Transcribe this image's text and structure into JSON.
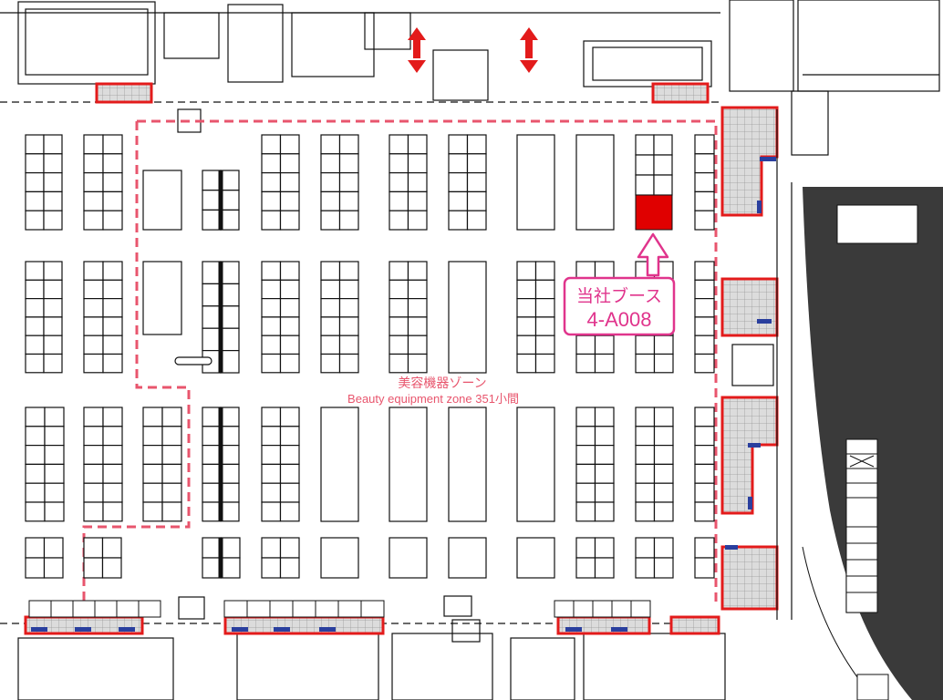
{
  "map": {
    "zone": {
      "label_jp": "美容機器ゾーン",
      "label_en": "Beauty equipment zone 351小間"
    },
    "booth_callout": {
      "label": "当社ブース",
      "booth_id": "4-A008"
    },
    "colors": {
      "zone_border": "#e8556d",
      "highlight_booth": "#e00000",
      "callout": "#e0348c",
      "hatched_area": "#d9d9d9",
      "area_border_red": "#e31b1b",
      "area_border_blue": "#2a3f9e",
      "walls": "#111111",
      "dark_shape": "#3a3a3a"
    }
  }
}
